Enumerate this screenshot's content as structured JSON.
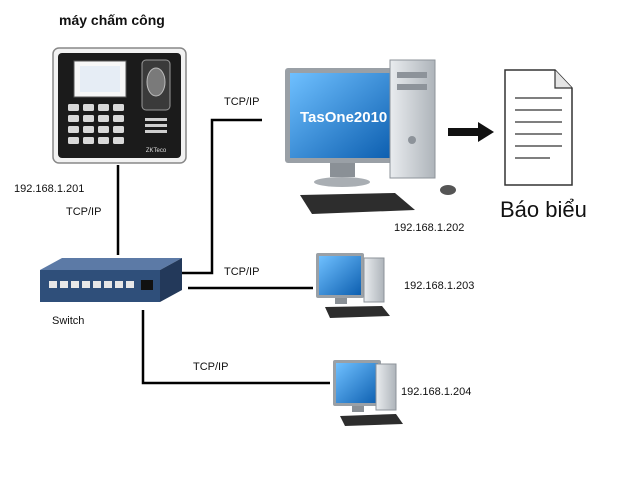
{
  "device": {
    "title": "máy chấm công",
    "ip": "192.168.1.201",
    "brand": "ZKTeco"
  },
  "links": {
    "device_switch": "TCP/IP",
    "switch_main": "TCP/IP",
    "switch_pc3": "TCP/IP",
    "switch_pc4": "TCP/IP"
  },
  "switch": {
    "label": "Switch"
  },
  "main_pc": {
    "screen_text": "TasOne2010",
    "ip": "192.168.1.202"
  },
  "report": {
    "label": "Báo biểu"
  },
  "pc3": {
    "ip": "192.168.1.203"
  },
  "pc4": {
    "ip": "192.168.1.204"
  },
  "colors": {
    "line": "#000000",
    "screen_blue": "#1e7fd0",
    "case_gray": "#cfd3d8",
    "switch_blue": "#2f4f7a"
  }
}
